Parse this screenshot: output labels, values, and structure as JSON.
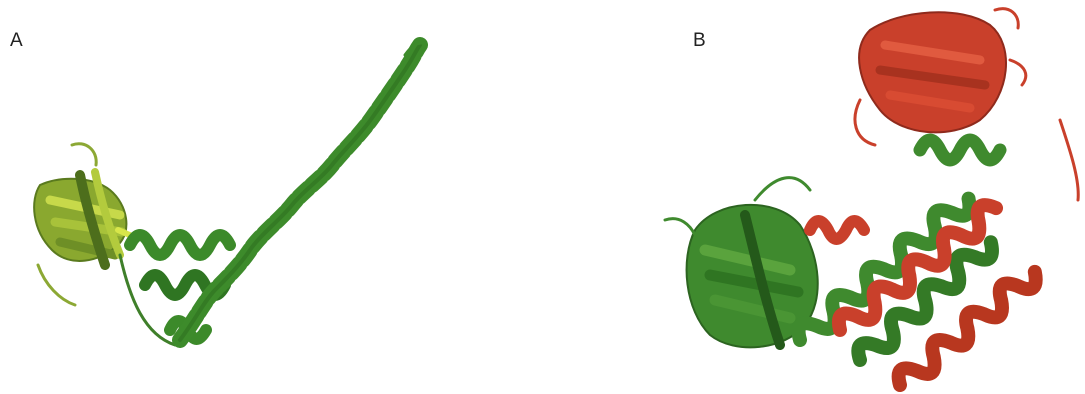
{
  "figure": {
    "panels": [
      {
        "label": "A",
        "image": "protein-ribbon-structure-single-chain"
      },
      {
        "label": "B",
        "image": "protein-ribbon-structure-complex"
      }
    ],
    "colors": {
      "chain_green": "#3f8a2e",
      "chain_dark_green": "#2c6420",
      "chain_yellow_green": "#a9c23a",
      "chain_red": "#c9402b",
      "background": "#ffffff"
    }
  }
}
